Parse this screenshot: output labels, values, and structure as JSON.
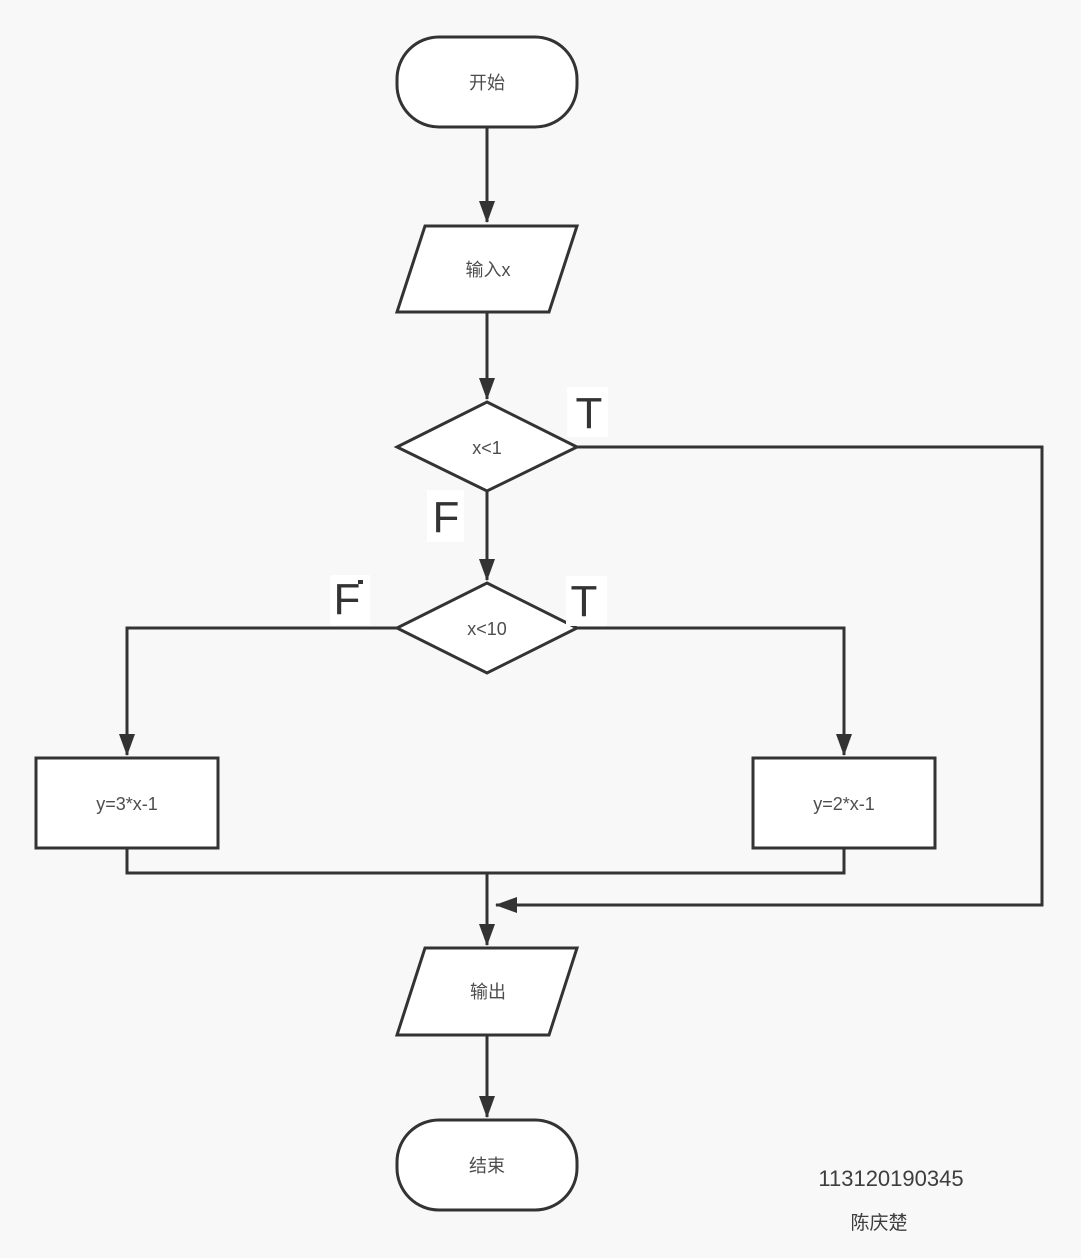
{
  "page": {
    "background_color": "#f8f8f8",
    "shape_fill_color": "#ffffff",
    "stroke_color": "#333333",
    "node_text_color": "#4d4d4d"
  },
  "diagram": {
    "type": "flowchart",
    "nodes": {
      "start": {
        "type": "terminal",
        "label": "开始"
      },
      "input": {
        "type": "io",
        "label": "输入x"
      },
      "decision1": {
        "type": "decision",
        "label": "x<1"
      },
      "decision2": {
        "type": "decision",
        "label": "x<10"
      },
      "processLeft": {
        "type": "process",
        "label": "y=3*x-1"
      },
      "processRight": {
        "type": "process",
        "label": "y=2*x-1"
      },
      "output": {
        "type": "io",
        "label": "输出"
      },
      "end": {
        "type": "terminal",
        "label": "结束"
      }
    },
    "edges": [
      {
        "from": "start",
        "to": "input"
      },
      {
        "from": "input",
        "to": "decision1"
      },
      {
        "from": "decision1",
        "to": "decision2",
        "label": "F"
      },
      {
        "from": "decision1",
        "to": "merge-point",
        "label": "T"
      },
      {
        "from": "decision2",
        "to": "processLeft",
        "label": "F"
      },
      {
        "from": "decision2",
        "to": "processRight",
        "label": "T"
      },
      {
        "from": "processLeft",
        "to": "output"
      },
      {
        "from": "processRight",
        "to": "output"
      },
      {
        "from": "output",
        "to": "end"
      }
    ],
    "signature": {
      "student_id": "113120190345",
      "name": "陈庆楚"
    }
  }
}
